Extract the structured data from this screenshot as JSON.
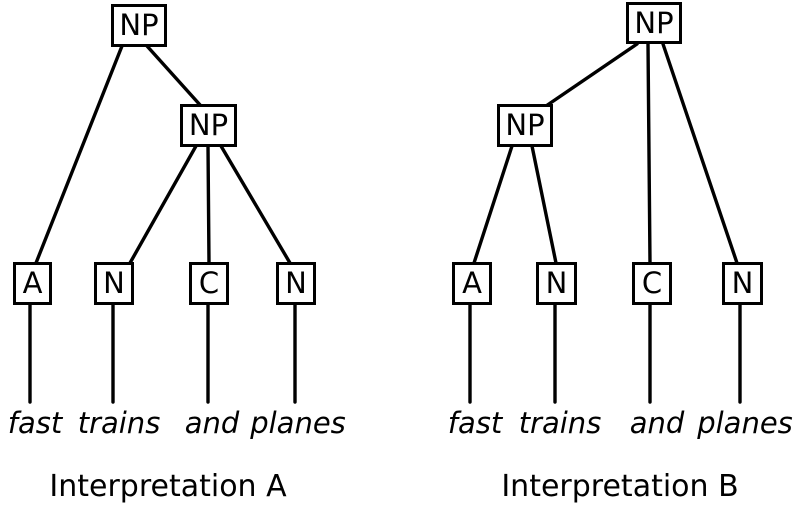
{
  "figure": {
    "background_color": "#ffffff",
    "line_color": "#000000",
    "text_color": "#000000",
    "trees": [
      {
        "caption": "Interpretation A",
        "root_label": "NP",
        "inner_label": "NP",
        "leaves": [
          {
            "tag": "A",
            "word": "fast"
          },
          {
            "tag": "N",
            "word": "trains"
          },
          {
            "tag": "C",
            "word": "and"
          },
          {
            "tag": "N",
            "word": "planes"
          }
        ],
        "edges": [
          "root NP → A (fast)",
          "root NP → inner NP",
          "inner NP → N (trains)",
          "inner NP → C (and)",
          "inner NP → N (planes)"
        ]
      },
      {
        "caption": "Interpretation B",
        "root_label": "NP",
        "inner_label": "NP",
        "leaves": [
          {
            "tag": "A",
            "word": "fast"
          },
          {
            "tag": "N",
            "word": "trains"
          },
          {
            "tag": "C",
            "word": "and"
          },
          {
            "tag": "N",
            "word": "planes"
          }
        ],
        "edges": [
          "root NP → inner NP",
          "root NP → C (and)",
          "root NP → N (planes)",
          "inner NP → A (fast)",
          "inner NP → N (trains)"
        ]
      }
    ]
  }
}
